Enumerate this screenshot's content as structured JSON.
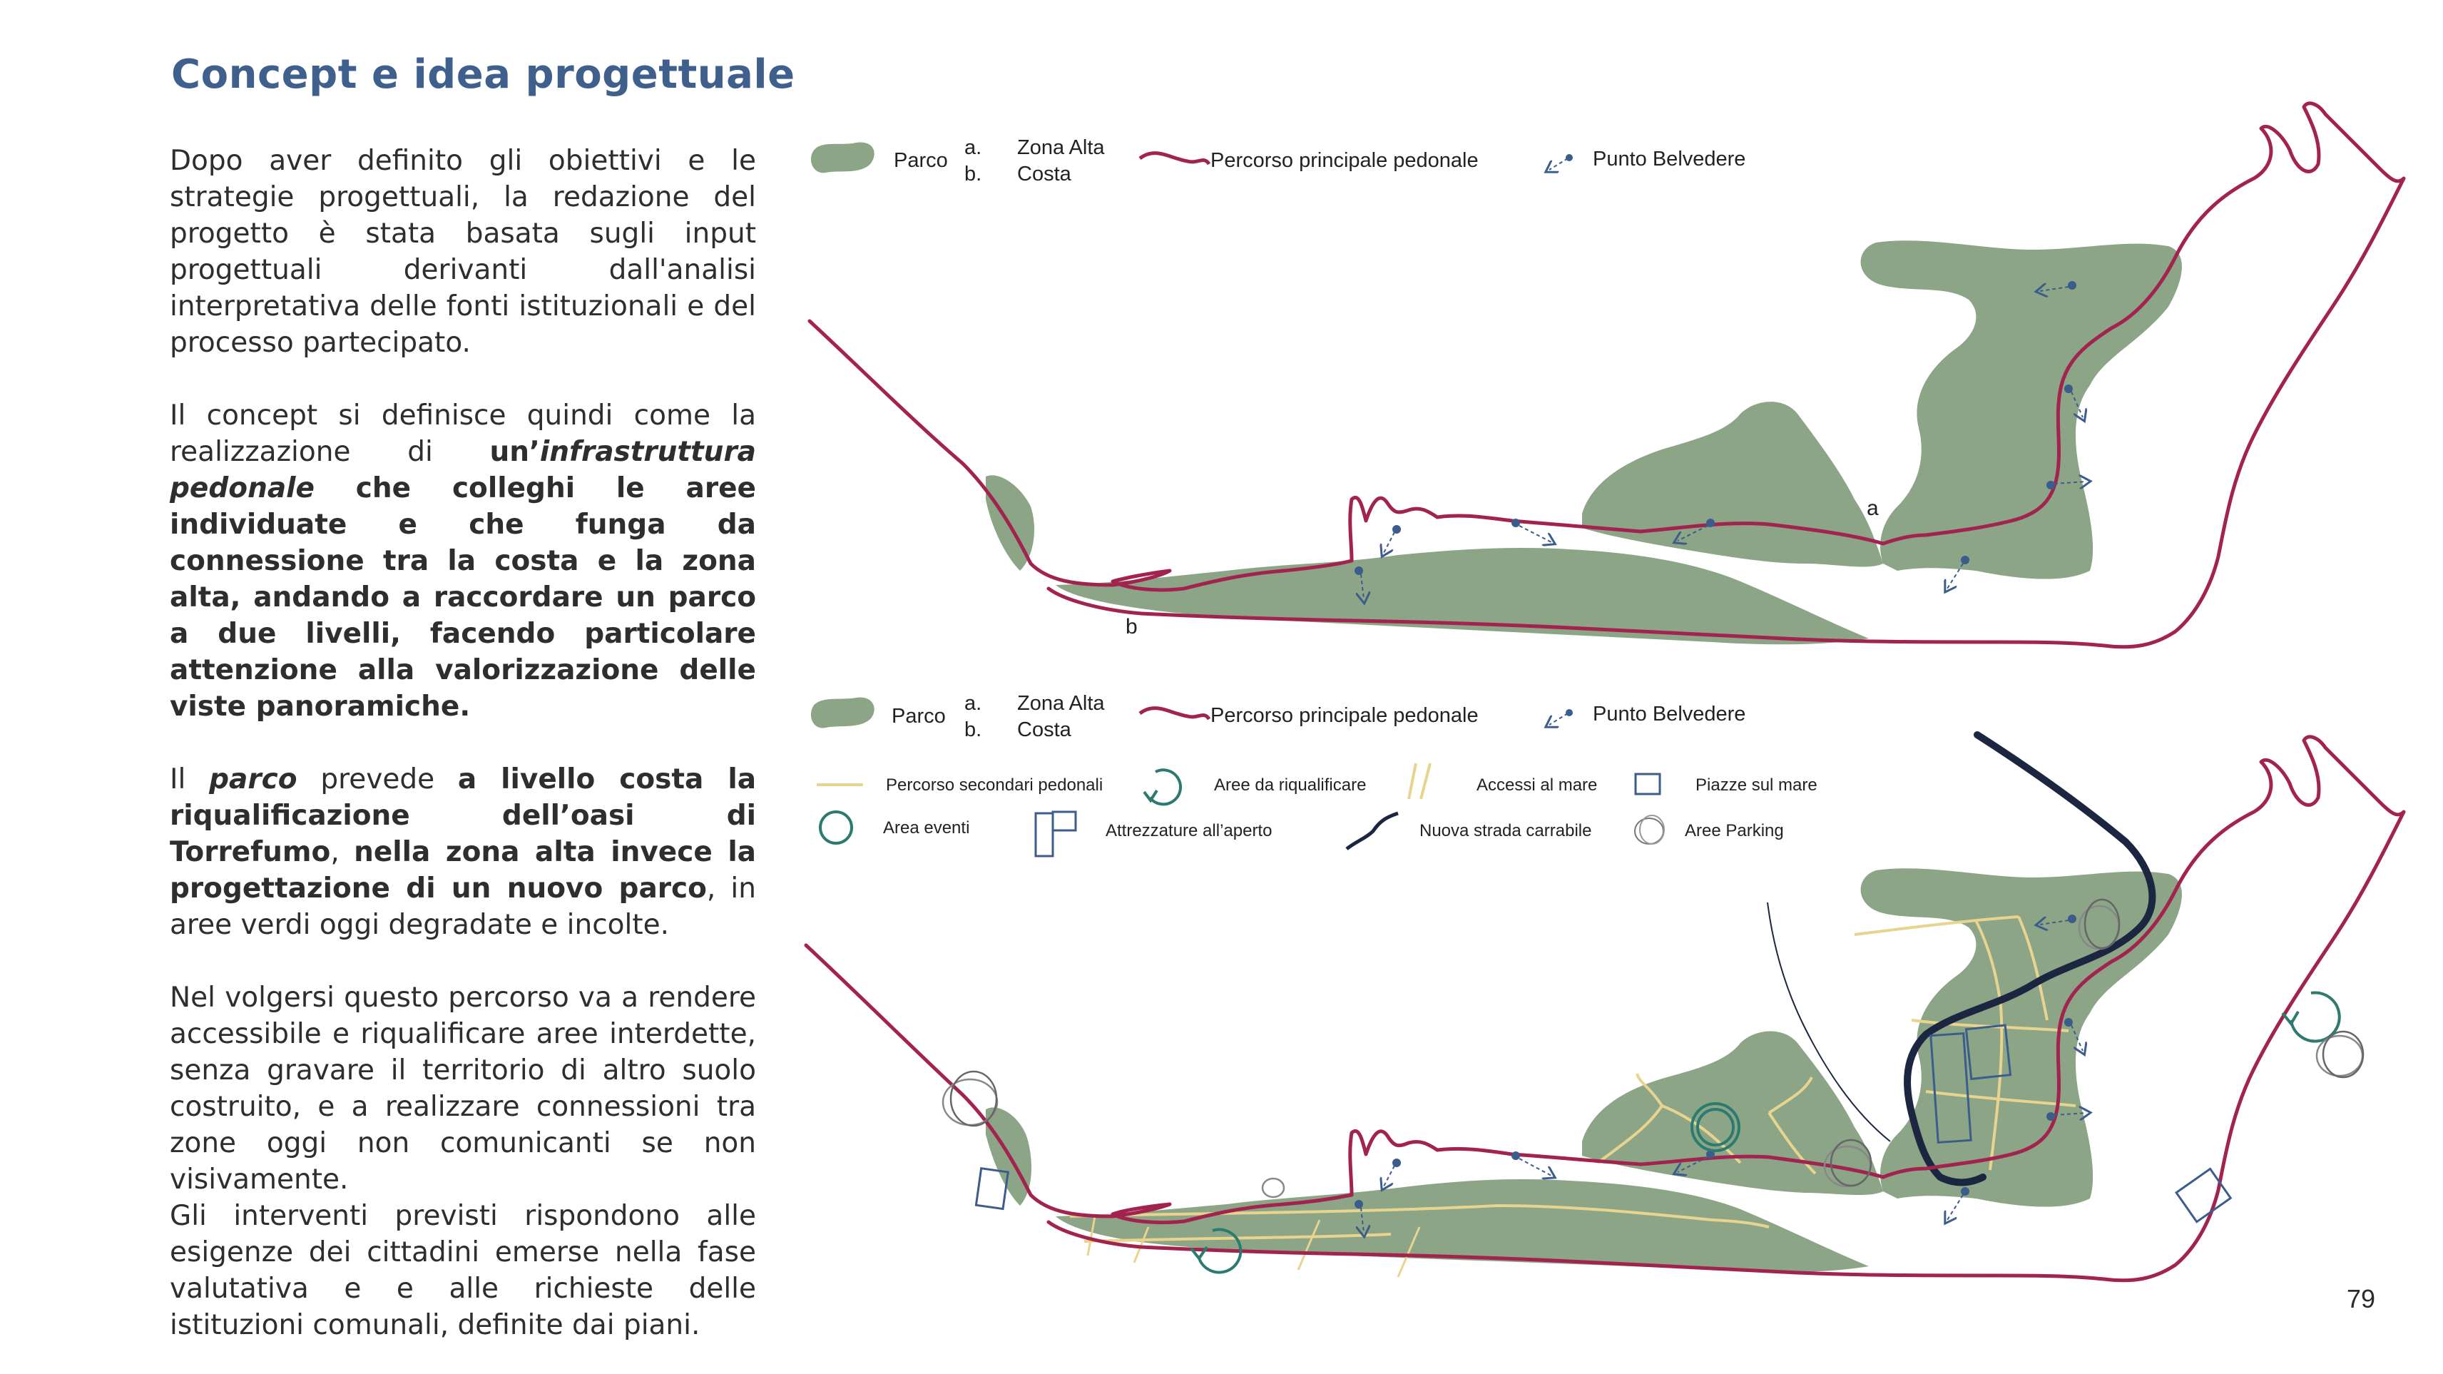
{
  "page": {
    "title": "Concept e idea progettuale",
    "number": "79"
  },
  "text": {
    "p1": "Dopo aver definito gli obiettivi e le strategie progettuali, la redazione del progetto è stata basata sugli input progettuali derivanti dall'analisi interpretativa delle fonti istituzionali e del processo partecipato.",
    "p2_a": "Il concept si definisce quindi come la realizzazione di ",
    "p2_b": "un’",
    "p2_c": "infrastruttura pedonale",
    "p2_d": " che colleghi le aree individuate e che funga da connessione tra la costa e la zona alta, andando a raccordare un parco a due livelli, facendo particolare attenzione alla valorizzazione delle viste panoramiche.",
    "p3_a": "Il ",
    "p3_b": "parco",
    "p3_c": " prevede ",
    "p3_d": "a livello costa la riqualificazione dell’oasi di Torrefumo",
    "p3_e": ", ",
    "p3_f": "nella zona alta invece la progettazione di un nuovo parco",
    "p3_g": ", in aree verdi oggi degradate e incolte.",
    "p4": "Nel volgersi questo percorso va a rendere accessibile e riqualificare aree interdette, senza gravare il territorio di altro suolo costruito, e a realizzare connessioni tra zone oggi non comunicanti se non visivamente.",
    "p5": "Gli interventi previsti rispondono alle esigenze dei cittadini emerse nella fase valutativa e e alle richieste delle istituzioni comunali, definite dai piani."
  },
  "legend1": {
    "parco": "Parco",
    "a": "a.",
    "b": "b.",
    "zona_alta": "Zona Alta",
    "costa": "Costa",
    "percorso": "Percorso principale pedonale",
    "belvedere": "Punto Belvedere"
  },
  "map1": {
    "label_a": "a",
    "label_b": "b"
  },
  "legend2": {
    "parco": "Parco",
    "a": "a.",
    "b": "b.",
    "zona_alta": "Zona Alta",
    "costa": "Costa",
    "percorso": "Percorso principale pedonale",
    "belvedere": "Punto Belvedere",
    "secondari": "Percorso secondari pedonali",
    "riqualificare": "Aree da riqualificare",
    "accessi": "Accessi al mare",
    "piazze": "Piazze sul mare",
    "eventi": "Area eventi",
    "attrezzature": "Attrezzature all’aperto",
    "strada": "Nuova  strada carrabile",
    "parking": "Aree Parking"
  },
  "colors": {
    "title": "#3f5f8c",
    "park": "#8ba586",
    "path": "#a3234f",
    "belvedere": "#3c5d8c",
    "secondary": "#e8d48f",
    "teal": "#2c7a70",
    "road": "#1c2640"
  }
}
